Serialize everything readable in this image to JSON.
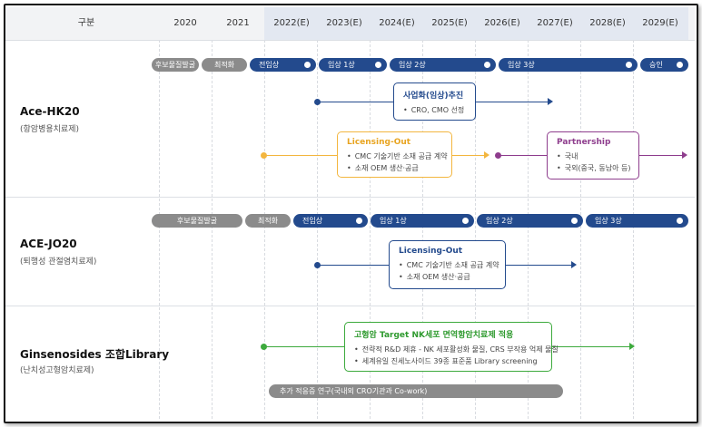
{
  "header": {
    "first_col": "구분",
    "years": [
      "2020",
      "2021",
      "2022(E)",
      "2023(E)",
      "2024(E)",
      "2025(E)",
      "2026(E)",
      "2027(E)",
      "2028(E)",
      "2029(E)"
    ]
  },
  "rows": [
    {
      "title": "Ace-HK20",
      "subtitle": "(항암병용치료제)",
      "stages": [
        "후보물질발굴",
        "최적화",
        "전임상",
        "임상 1상",
        "임상 2상",
        "임상 3상",
        "승인"
      ],
      "box_business": {
        "title": "사업화(임상)추진",
        "items": [
          "CRO, CMO 선정"
        ]
      },
      "box_licensing": {
        "title": "Licensing-Out",
        "items": [
          "CMC 기술기반 소재 공급 계약",
          "소재 OEM 생산·공급"
        ]
      },
      "box_partnership": {
        "title": "Partnership",
        "items": [
          "국내",
          "국외(중국, 동남아 등)"
        ]
      }
    },
    {
      "title": "ACE-JO20",
      "subtitle": "(퇴행성 관절염치료제)",
      "stages": [
        "후보물질발굴",
        "최적화",
        "전임상",
        "임상 1상",
        "임상 2상",
        "임상 3상"
      ],
      "box_licensing": {
        "title": "Licensing-Out",
        "items": [
          "CMC 기술기반 소재 공급 계약",
          "소재 OEM 생산·공급"
        ]
      }
    },
    {
      "title": "Ginsenosides 조합Library",
      "subtitle": "(난치성고형암치료제)",
      "box_target": {
        "title": "고형암 Target NK세포 면역항암치료제 적용",
        "items": [
          "전략적 R&D 제휴 - NK 세포활성화 물질, CRS 부작용 억제 물질",
          "세계유일 진세노사이드 39종 표준품 Library screening"
        ]
      },
      "note": "추가 적응증 연구(국내외 CRO기관과 Co-work)"
    }
  ],
  "colors": {
    "navy": "#234a8d",
    "gray": "#8b8b8b",
    "orange": "#f3b63f",
    "purple": "#8e3d8d",
    "green": "#3daa3d",
    "header_bg": "#f2f3f5",
    "header_highlight": "#e3e8f1"
  }
}
